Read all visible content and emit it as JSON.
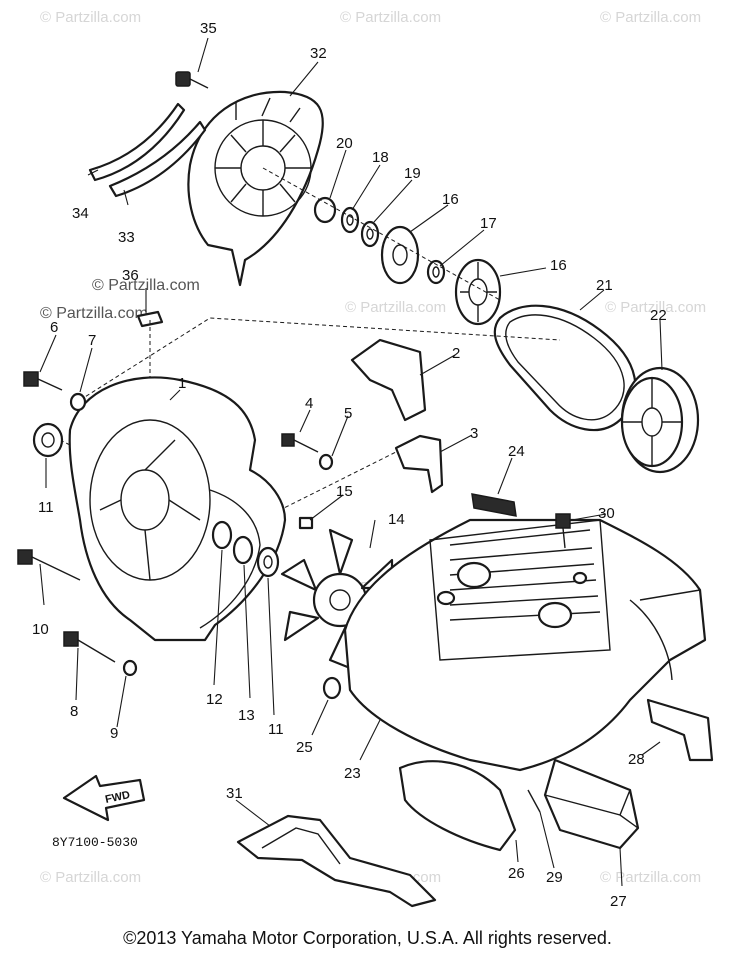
{
  "watermarks": [
    "© Partzilla.com",
    "© Partzilla.com",
    "© Partzilla.com",
    "© Partzilla.com",
    "© Partzilla.com",
    "© Partzilla.com",
    "© Partzilla.com"
  ],
  "watermark_prominent": [
    "© Partzilla.com",
    "© Partzilla.com"
  ],
  "diagram_code": "8Y7100-5030",
  "fwd_label": "FWD",
  "copyright": "©2013 Yamaha Motor Corporation, U.S.A. All rights reserved.",
  "callouts": [
    "35",
    "32",
    "20",
    "18",
    "19",
    "16",
    "17",
    "16",
    "34",
    "33",
    "36",
    "21",
    "22",
    "6",
    "7",
    "2",
    "1",
    "4",
    "5",
    "3",
    "24",
    "30",
    "11",
    "15",
    "14",
    "10",
    "8",
    "9",
    "12",
    "13",
    "11",
    "25",
    "23",
    "28",
    "31",
    "26",
    "29",
    "27"
  ]
}
